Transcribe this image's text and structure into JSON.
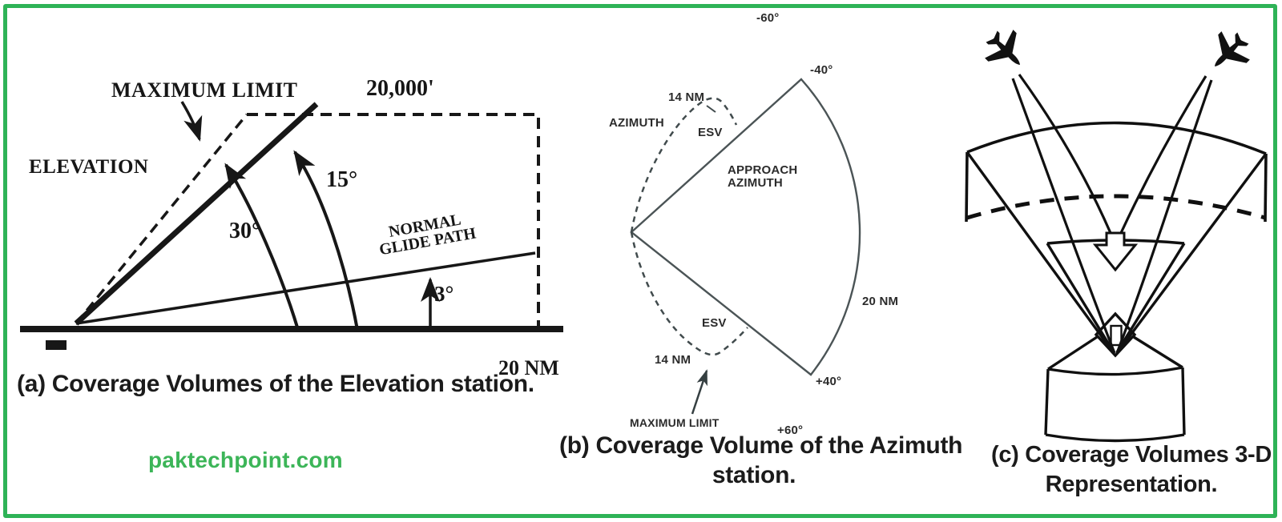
{
  "figure": {
    "type": "scanned technical figure - MLS coverage volumes",
    "colors": {
      "frame_green": "#2eb357",
      "watermark_green": "#3cb558",
      "ink": "#161616"
    }
  },
  "watermark": {
    "text": "paktechpoint.com"
  },
  "panels": {
    "a": {
      "caption": "(a) Coverage Volumes of the Elevation station.",
      "station_label": "ELEVATION",
      "max_limit_label": "MAXIMUM LIMIT",
      "altitude_label": "20,000'",
      "angle_30": "30°",
      "angle_15": "15°",
      "angle_3": "3°",
      "glide_path_line1": "NORMAL",
      "glide_path_line2": "GLIDE PATH",
      "range_label": "20 NM"
    },
    "b": {
      "caption_line1": "(b) Coverage Volume of the Azimuth",
      "caption_line2": "station.",
      "azimuth_label": "AZIMUTH",
      "approach_line1": "APPROACH",
      "approach_line2": "AZIMUTH",
      "esv_upper": "ESV",
      "esv_lower": "ESV",
      "nm14_upper": "14 NM",
      "nm14_lower": "14 NM",
      "deg_minus60": "-60°",
      "deg_minus40": "-40°",
      "deg_plus40": "+40°",
      "deg_plus60": "+60°",
      "range_label": "20 NM",
      "max_limit_label": "MAXIMUM LIMIT"
    },
    "c": {
      "caption_line1": "(c) Coverage Volumes 3-D",
      "caption_line2": "Representation."
    }
  }
}
